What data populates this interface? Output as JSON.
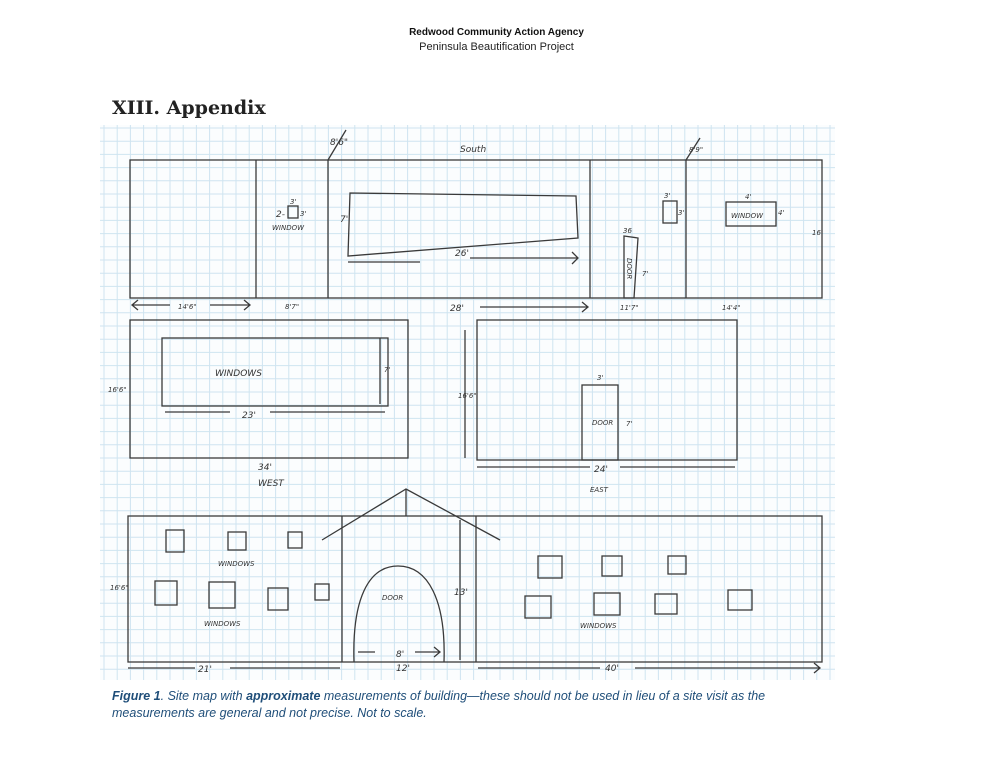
{
  "header": {
    "organization": "Redwood Community Action Agency",
    "project": "Peninsula Beautification Project"
  },
  "section_title": "XIII. Appendix",
  "figure": {
    "labels": {
      "south": "South",
      "angle_left": "8'6\"",
      "angle_right": "8'9\"",
      "win_2x3": "2-",
      "win_3a": "3'",
      "win_3b": "3'",
      "window_small": "WINDOW",
      "long_h": "7'",
      "long_w": "26'",
      "door_top": "36",
      "door_v": "DOOR",
      "door_h": "7'",
      "win_r_3w": "3'",
      "win_r_3h": "3'",
      "win_r_4w": "4'",
      "win_r_4h": "4'",
      "window_right": "WINDOW",
      "south_h": "16'",
      "dim_1": "14'6\"",
      "dim_2": "8'7\"",
      "dim_3": "28'",
      "dim_4": "11'7\"",
      "dim_5": "14'4\"",
      "west_h": "16'6\"",
      "west_windows": "WINDOWS",
      "west_win_w": "23'",
      "west_win_h": "7'",
      "west_len": "34'",
      "west": "WEST",
      "east_h": "16'6\"",
      "east_door_w": "3'",
      "east_door": "DOOR",
      "east_door_h": "7'",
      "east_len": "24'",
      "east": "EAST",
      "north_h": "16'6\"",
      "north_windows_top": "WINDOWS",
      "north_windows_bottom": "WINDOWS",
      "north_door": "DOOR",
      "north_door_w": "8'",
      "north_door_h": "13'",
      "north_windows_right": "WINDOWS",
      "dim_21": "21'",
      "dim_12": "12'",
      "dim_40": "40'"
    },
    "caption_label": "Figure 1",
    "caption_pre": ". Site map with ",
    "caption_bold": "approximate",
    "caption_post": " measurements of building—these should not be used in lieu of a site visit as the measurements are general and not precise. Not to scale."
  }
}
